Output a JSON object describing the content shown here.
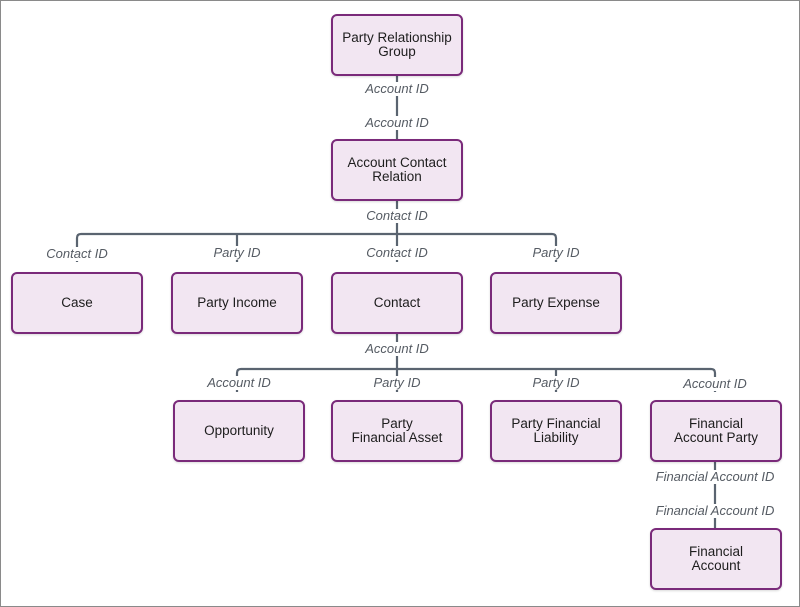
{
  "nodes": {
    "party_relationship_group": "Party Relationship\nGroup",
    "account_contact_relation": "Account Contact\nRelation",
    "case": "Case",
    "party_income": "Party Income",
    "contact": "Contact",
    "party_expense": "Party Expense",
    "opportunity": "Opportunity",
    "party_financial_asset": "Party\nFinancial Asset",
    "party_financial_liability": "Party Financial\nLiability",
    "financial_account_party": "Financial\nAccount Party",
    "financial_account": "Financial\nAccount"
  },
  "labels": {
    "prg_bottom": "Account ID",
    "acr_top": "Account ID",
    "acr_bottom": "Contact ID",
    "case_top": "Contact ID",
    "party_income_top": "Party ID",
    "contact_top": "Contact ID",
    "party_expense_top": "Party ID",
    "contact_bottom": "Account ID",
    "opportunity_top": "Account ID",
    "pfa_top": "Party ID",
    "pfl_top": "Party ID",
    "fap_top": "Account ID",
    "fap_bottom": "Financial Account ID",
    "fa_top": "Financial Account ID"
  }
}
